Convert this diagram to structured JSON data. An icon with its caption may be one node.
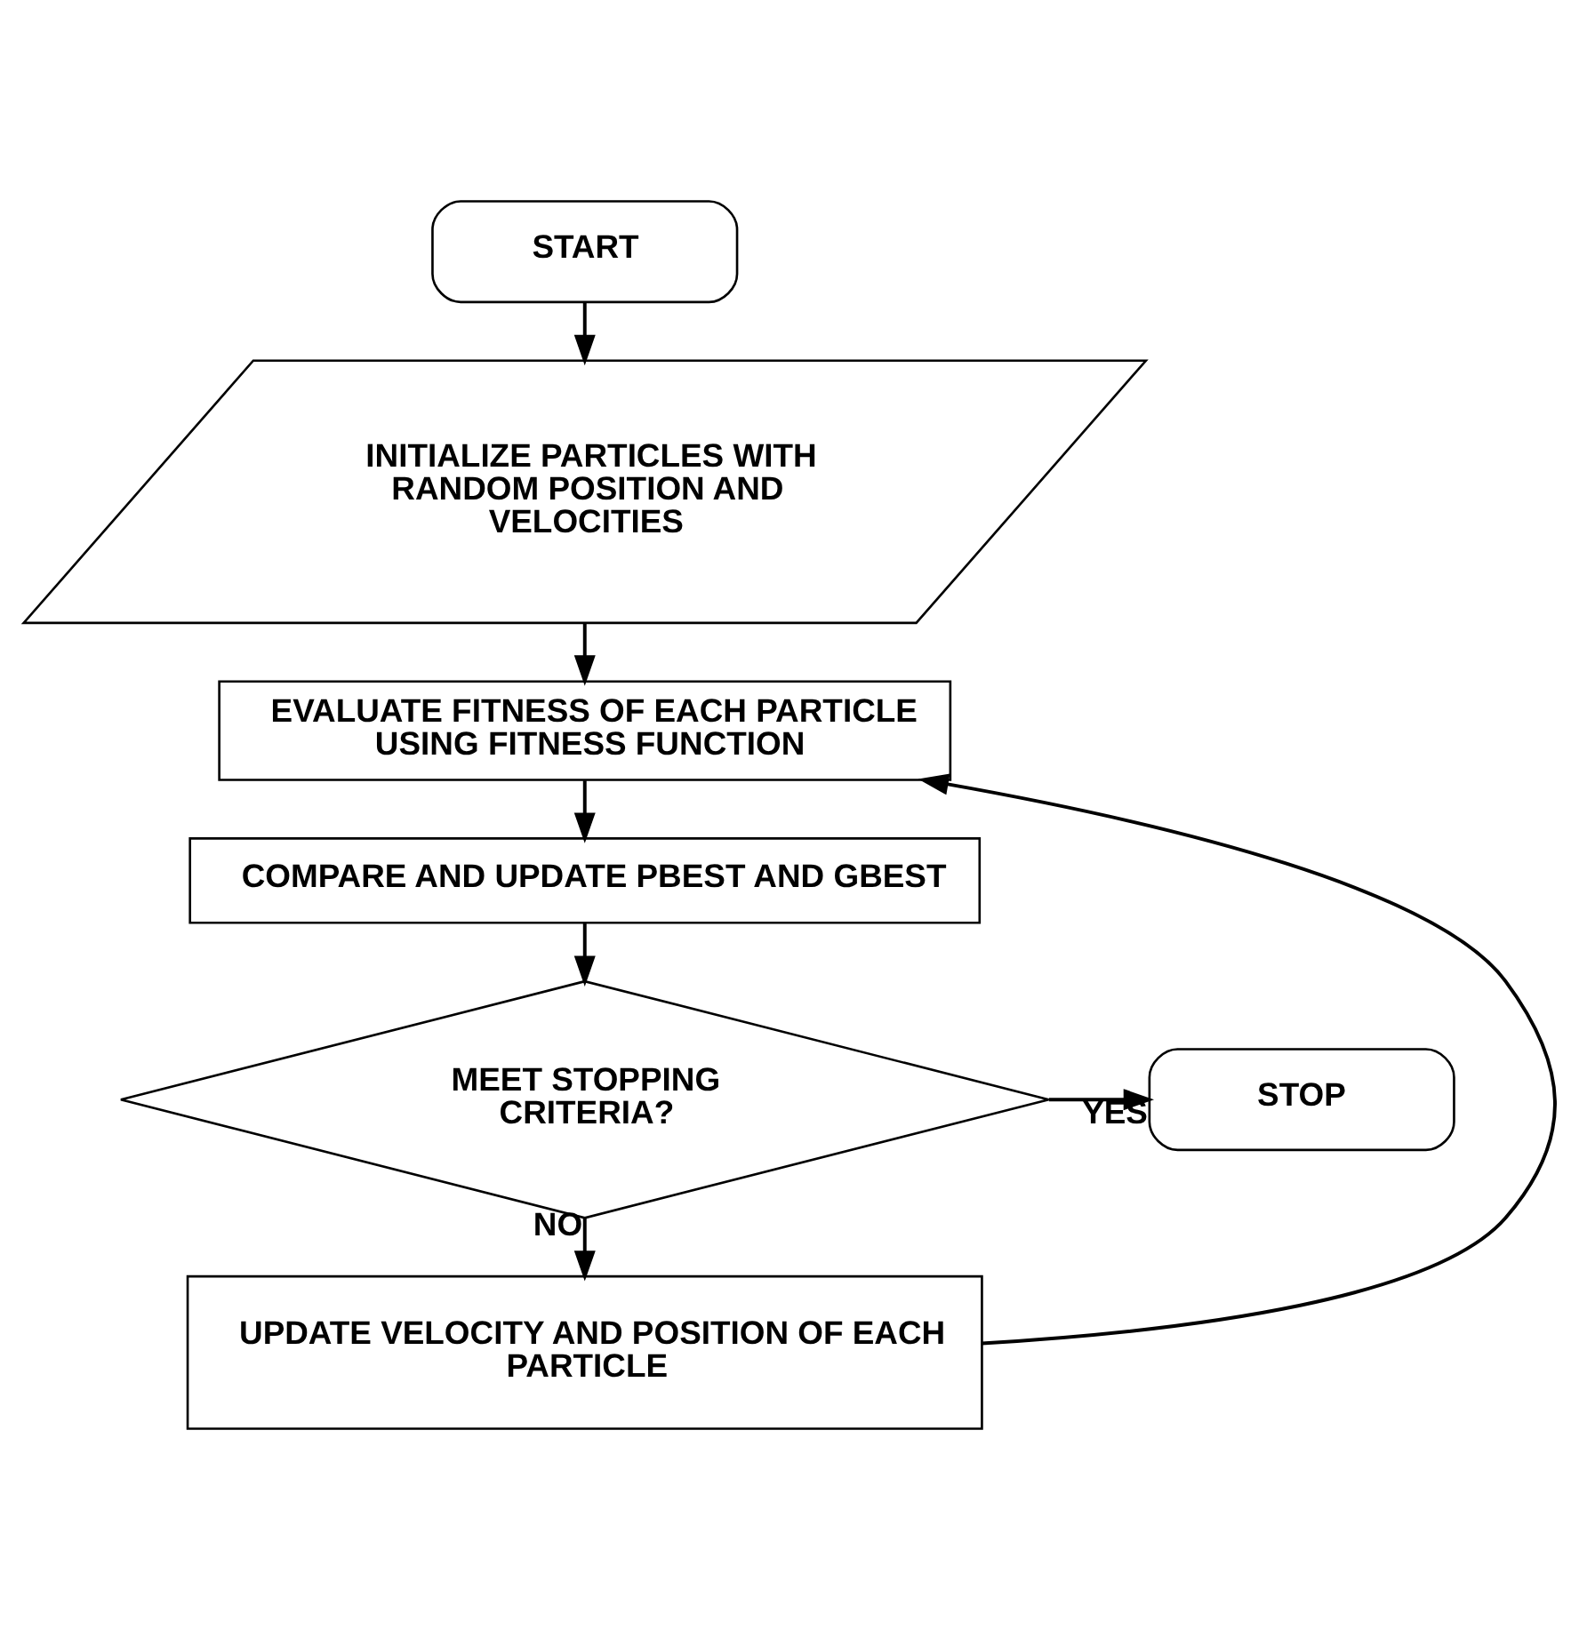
{
  "diagram": {
    "nodes": [
      {
        "text": [
          "START"
        ]
      },
      {
        "text": [
          "INITIALIZE PARTICLES WITH RANDOM POSITION AND VELOCITIES"
        ]
      },
      {
        "text": [
          "EVALUATE FITNESS OF EACH PARTICLE USING FITNESS FUNCTION"
        ]
      },
      {
        "text": [
          "COMPARE AND UPDATE PBEST AND GBEST"
        ]
      },
      {
        "text": [
          "MEET STOPPING CRITERIA?"
        ]
      },
      {
        "text": [
          "STOP"
        ]
      },
      {
        "text": [
          "UPDATE VELOCITY AND POSITION OF EACH PARTICLE"
        ]
      }
    ],
    "edges": [
      {
        "from": 0,
        "to": 1,
        "arrow": "to"
      },
      {
        "from": 1,
        "to": 2,
        "arrow": "to"
      },
      {
        "from": 2,
        "to": 3,
        "arrow": "to"
      },
      {
        "from": 3,
        "to": 4,
        "arrow": "to"
      },
      {
        "from": 4,
        "to": 5,
        "arrow": "to",
        "label": "YES"
      },
      {
        "from": 4,
        "to": 6,
        "arrow": "to",
        "label": "NO"
      },
      {
        "from": 6,
        "to": 2,
        "arrow": "to"
      }
    ]
  }
}
